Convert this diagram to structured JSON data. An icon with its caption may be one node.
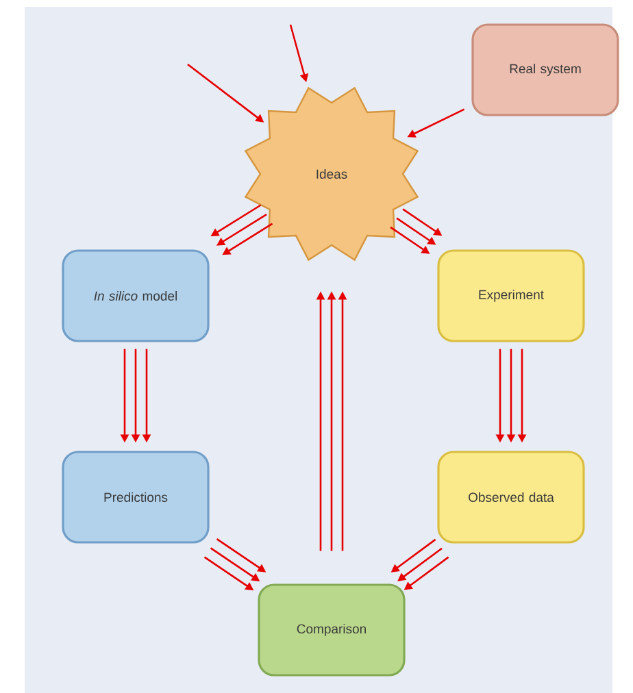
{
  "diagram": {
    "nodes": [
      {
        "text": [
          "Real system"
        ]
      },
      {
        "text": [
          "Ideas"
        ]
      },
      {
        "text": [
          "*In silico* model"
        ]
      },
      {
        "text": [
          "Experiment"
        ]
      },
      {
        "text": [
          "Predictions"
        ]
      },
      {
        "text": [
          "Observed data"
        ]
      },
      {
        "text": [
          "Comparison"
        ]
      }
    ],
    "edges": [
      {
        "from": null,
        "to": 1,
        "arrow": "to"
      },
      {
        "from": null,
        "to": 1,
        "arrow": "to"
      },
      {
        "from": 0,
        "to": 1,
        "arrow": "to"
      },
      {
        "from": 1,
        "to": 2,
        "arrow": "to"
      },
      {
        "from": 1,
        "to": 2,
        "arrow": "to"
      },
      {
        "from": 1,
        "to": 2,
        "arrow": "to"
      },
      {
        "from": 1,
        "to": 3,
        "arrow": "to"
      },
      {
        "from": 1,
        "to": 3,
        "arrow": "to"
      },
      {
        "from": 1,
        "to": 3,
        "arrow": "to"
      },
      {
        "from": 2,
        "to": 4,
        "arrow": "to"
      },
      {
        "from": 2,
        "to": 4,
        "arrow": "to"
      },
      {
        "from": 2,
        "to": 4,
        "arrow": "to"
      },
      {
        "from": 3,
        "to": 5,
        "arrow": "to"
      },
      {
        "from": 3,
        "to": 5,
        "arrow": "to"
      },
      {
        "from": 3,
        "to": 5,
        "arrow": "to"
      },
      {
        "from": 4,
        "to": 6,
        "arrow": "to"
      },
      {
        "from": 4,
        "to": 6,
        "arrow": "to"
      },
      {
        "from": 4,
        "to": 6,
        "arrow": "to"
      },
      {
        "from": 5,
        "to": 6,
        "arrow": "to"
      },
      {
        "from": 5,
        "to": 6,
        "arrow": "to"
      },
      {
        "from": 5,
        "to": 6,
        "arrow": "to"
      },
      {
        "from": 6,
        "to": 1,
        "arrow": "to"
      },
      {
        "from": 6,
        "to": 1,
        "arrow": "to"
      },
      {
        "from": 6,
        "to": 1,
        "arrow": "to"
      }
    ]
  }
}
